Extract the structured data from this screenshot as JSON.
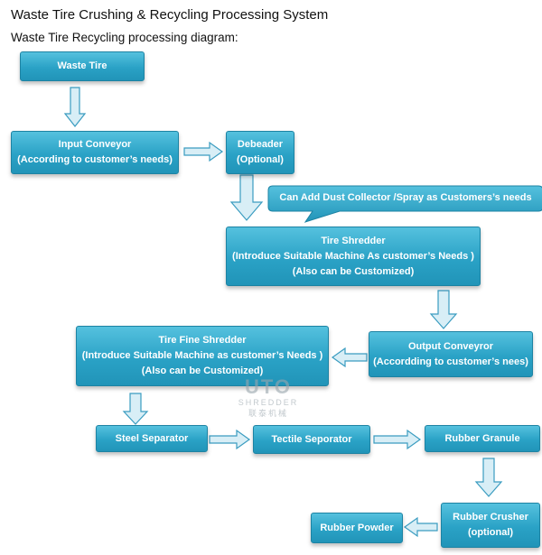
{
  "title": "Waste Tire Crushing & Recycling Processing System",
  "subtitle": "Waste Tire Recycling processing diagram:",
  "boxes": {
    "waste_tire": [
      "Waste Tire"
    ],
    "input_conveyor": [
      "Input Conveyor",
      "(According to customer’s needs)"
    ],
    "debeader": [
      "Debeader",
      "(Optional)"
    ],
    "tire_shredder": [
      "Tire Shredder",
      "(Introduce Suitable Machine As customer’s Needs )",
      "(Also can be Customized)"
    ],
    "output_conveyor": [
      "Output Conveyror",
      "(Accordding to customer’s nees)"
    ],
    "tire_fine_shredder": [
      "Tire Fine Shredder",
      "(Introduce Suitable Machine as customer’s Needs )",
      "(Also can be Customized)"
    ],
    "steel_separator": [
      "Steel Separator"
    ],
    "tectile_separator": [
      "Tectile Seporator"
    ],
    "rubber_granule": [
      "Rubber Granule"
    ],
    "rubber_crusher": [
      "Rubber Crusher",
      "(optional)"
    ],
    "rubber_powder": [
      "Rubber Powder"
    ]
  },
  "callout": "Can Add Dust Collector /Spray as Customers’s needs",
  "watermark": {
    "logo": "UTO",
    "line1": "SHREDDER",
    "line2": "联泰机械"
  },
  "colors": {
    "box_fill": "#2aa2c6",
    "box_border": "#1d83a3",
    "arrow_fill": "#d8eef6",
    "arrow_stroke": "#3a9cc0"
  }
}
